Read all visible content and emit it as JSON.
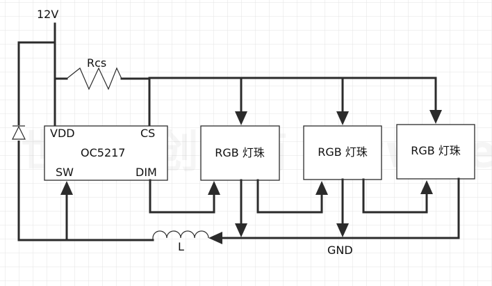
{
  "diagram": {
    "supply_label": "12V",
    "resistor_label": "Rcs",
    "ic": {
      "name": "OC5217",
      "pins": {
        "vdd": "VDD",
        "cs": "CS",
        "sw": "SW",
        "dim": "DIM"
      }
    },
    "led_modules": [
      {
        "label": "RGB 灯珠"
      },
      {
        "label": "RGB 灯珠"
      },
      {
        "label": "RGB 灯珠"
      }
    ],
    "inductor_label": "L",
    "ground_label": "GND",
    "watermark": "世强硬创电商 www.sekorm.com",
    "colors": {
      "wire": "#2b2b2b",
      "grid": "#e3e3e3",
      "background": "#ffffff"
    }
  }
}
